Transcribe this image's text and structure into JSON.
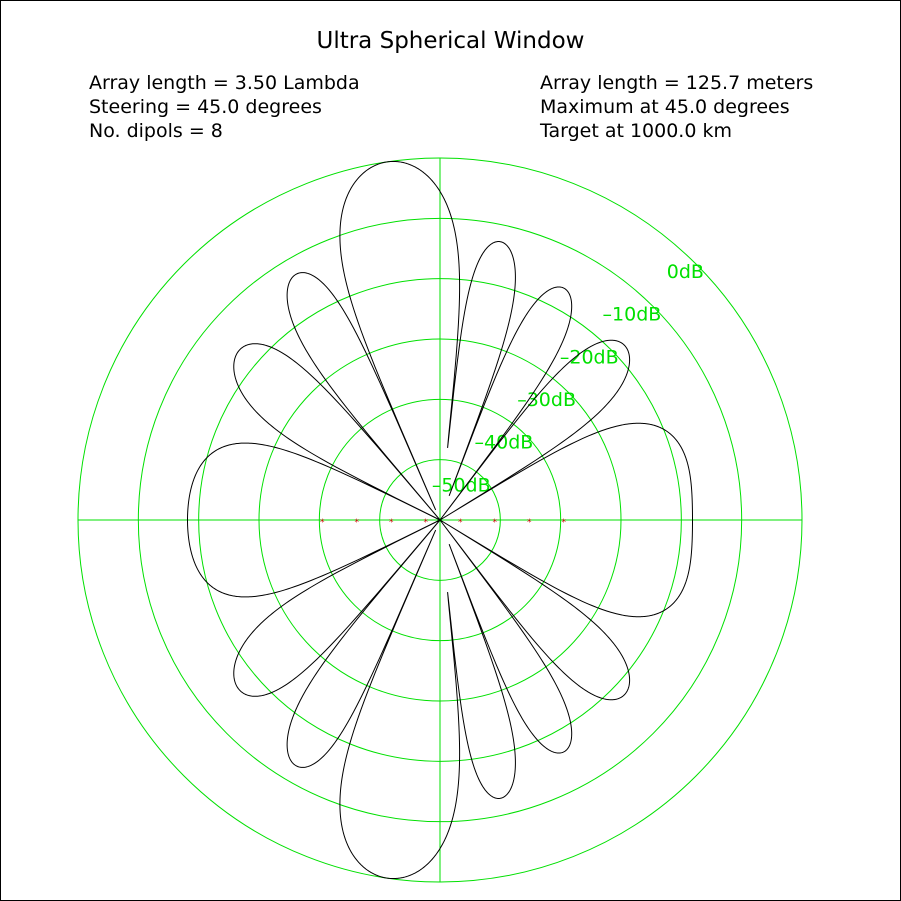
{
  "chart_data": {
    "type": "polar",
    "title": "Ultra Spherical Window",
    "info_left": [
      "Array length =  3.50 Lambda",
      "Steering =  45.0 degrees",
      "No. dipols =  8"
    ],
    "info_right": [
      "Array length = 125.7 meters",
      "Maximum at  45.0 degrees",
      "Target at  1000.0 km"
    ],
    "radial_axis": {
      "unit": "dB",
      "ticks": [
        0,
        -10,
        -20,
        -30,
        -40,
        -50
      ],
      "tick_labels": [
        "0dB",
        "–10dB",
        "–20dB",
        "–30dB",
        "–40dB",
        "–50dB"
      ],
      "range_db": [
        -60,
        0
      ],
      "label_angle_deg": 45
    },
    "array": {
      "dipoles": 8,
      "spacing_lambda": 0.5,
      "steering_deg": 45.0,
      "grating_angle_deg": 180.0
    },
    "pattern_peaks_deg": [
      45,
      179.5
    ],
    "colors": {
      "grid": "#00e000",
      "pattern": "#000000",
      "dipole": "#cc0000",
      "frame": "#000000"
    }
  }
}
